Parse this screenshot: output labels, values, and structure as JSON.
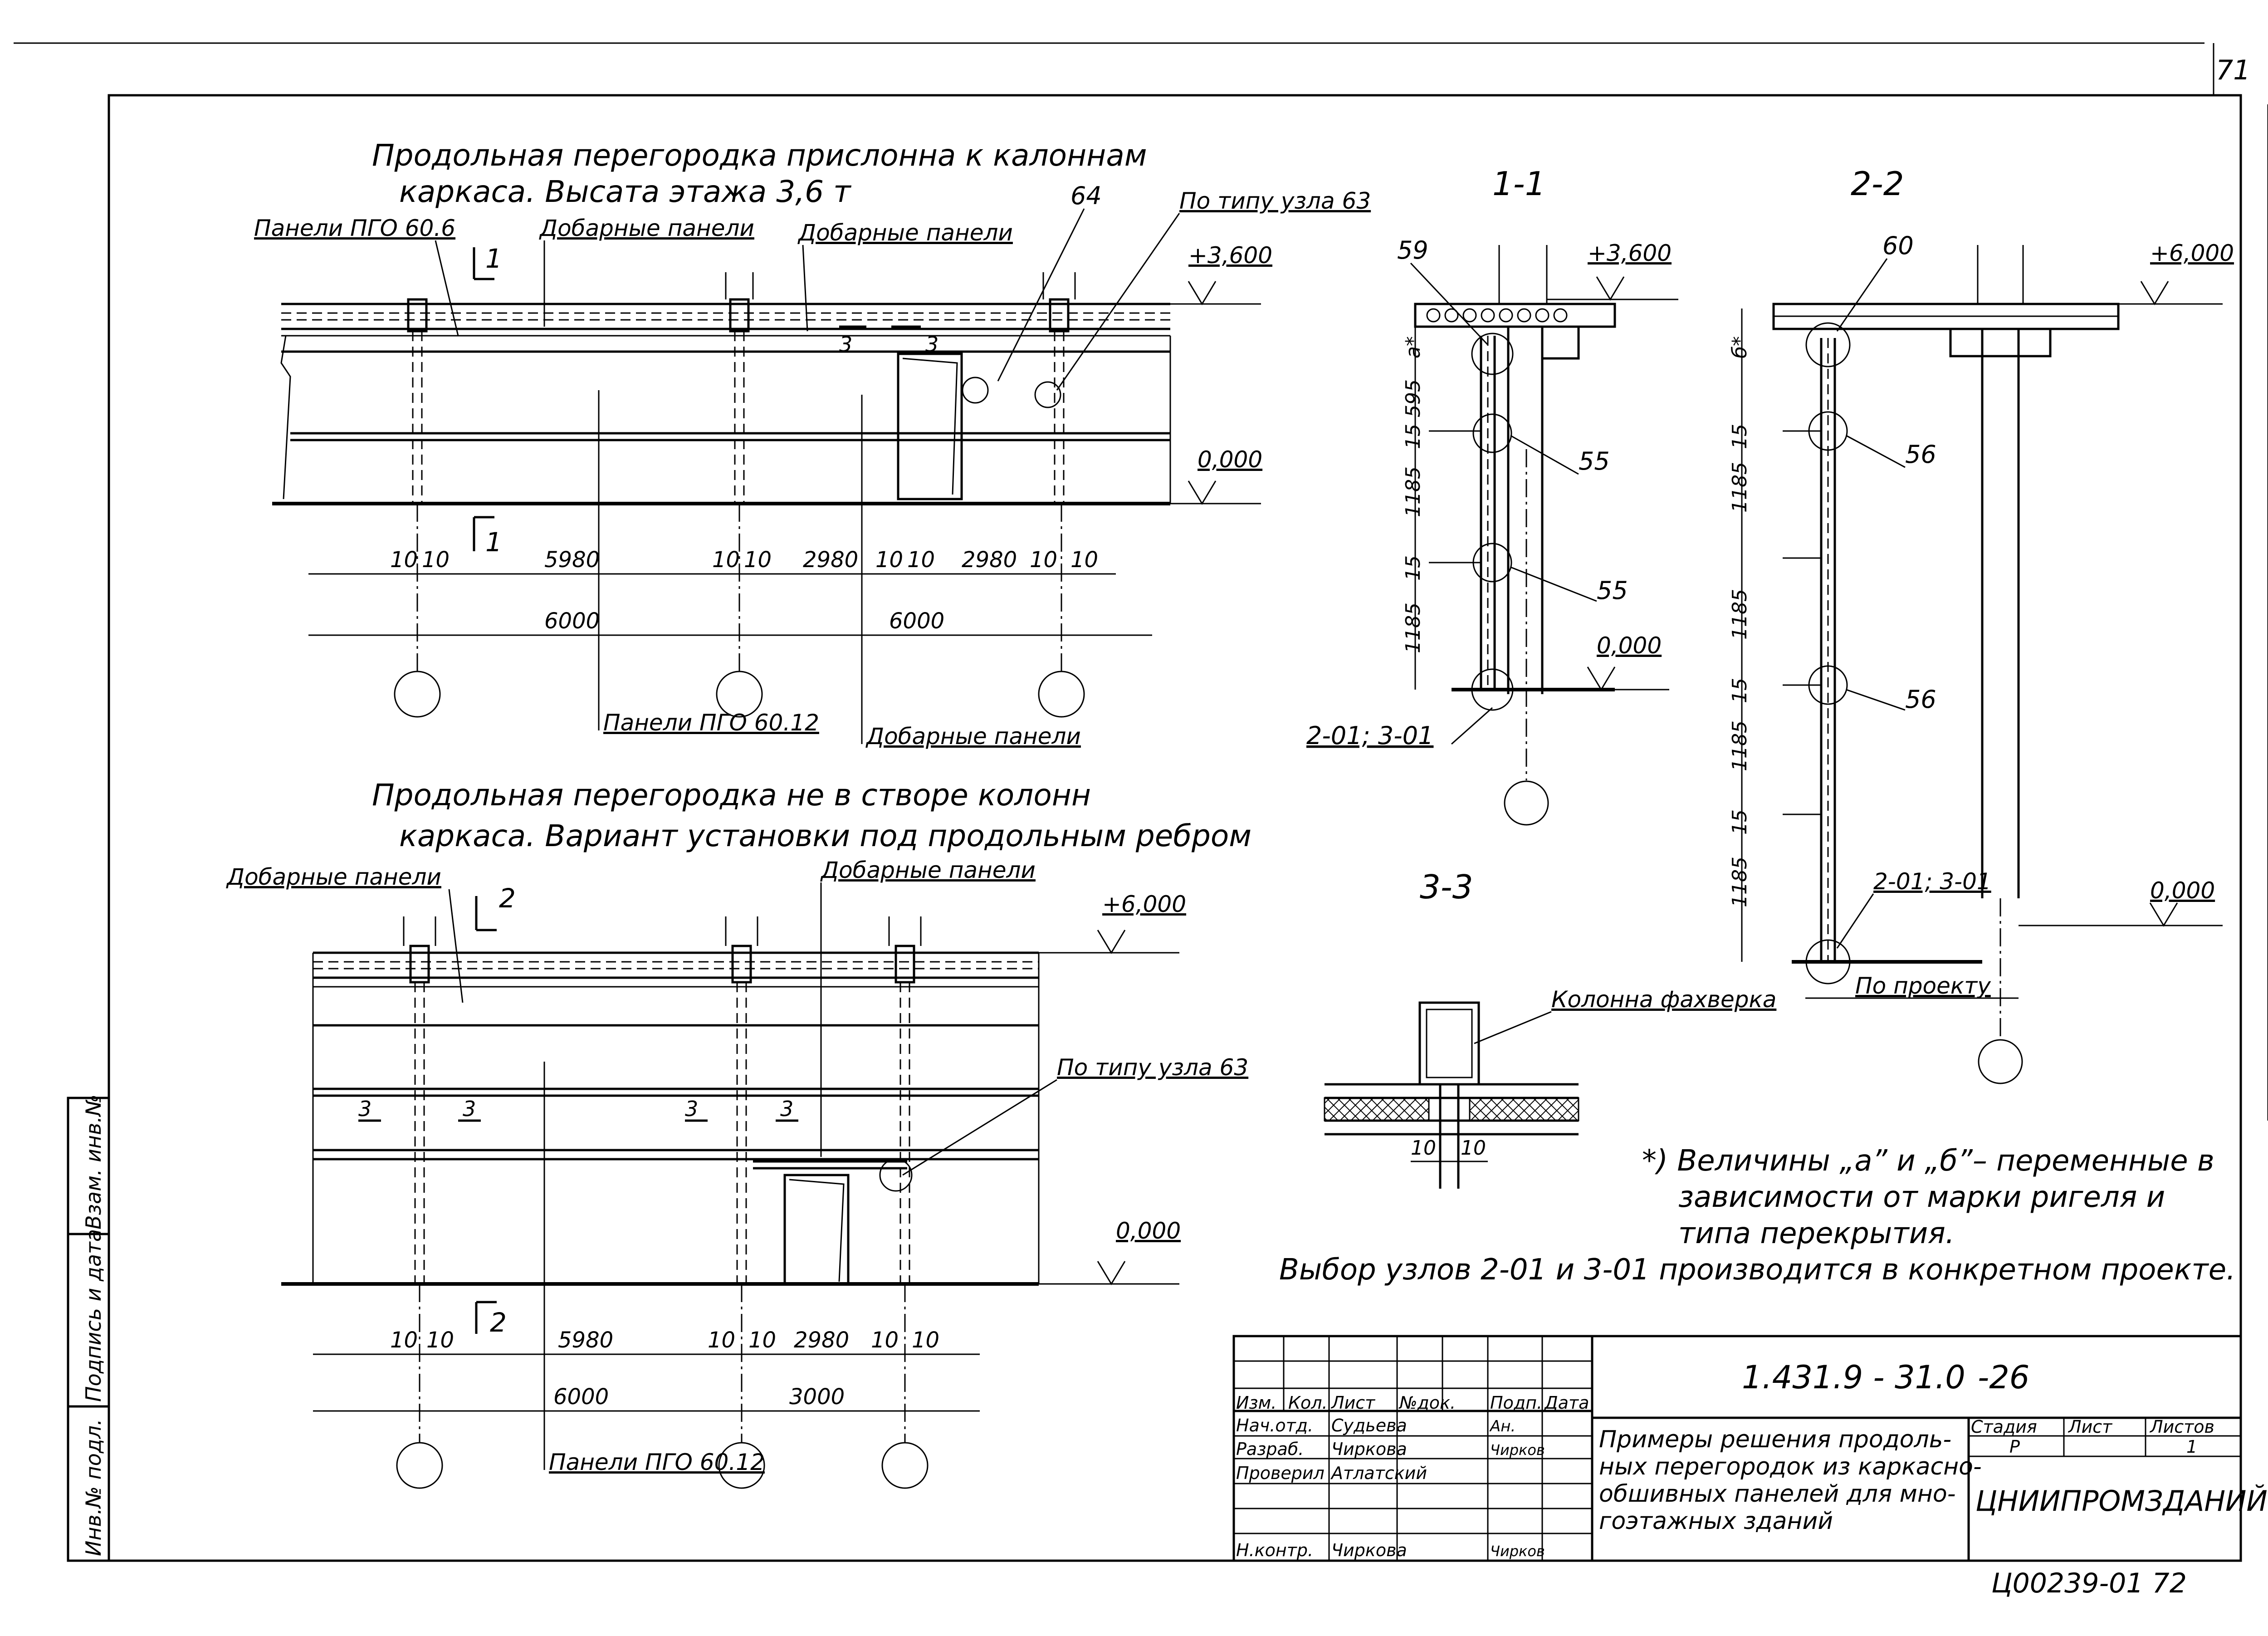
{
  "sheet": {
    "page_number": "71",
    "bottom_code": "Ц00239-01  72"
  },
  "elevation1": {
    "title_line1": "Продольная перегородка прислонна к калоннам",
    "title_line2": "каркаса. Высата этажа 3,6 т",
    "label_panels_top": "Панели ПГО 60.6",
    "label_add_panels_1": "Добарные панели",
    "label_add_panels_2": "Добарные панели",
    "label_node64": "64",
    "label_node63": "По типу узла 63",
    "label_panels_bottom": "Панели ПГО 60.12",
    "label_add_panels_bottom": "Добарные панели",
    "elev_top": "+3,600",
    "elev_zero": "0,000",
    "section_mark_top": "1",
    "section_mark_bottom": "1",
    "cut_mark_a": "3",
    "cut_mark_b": "3",
    "dims_row1": [
      "10",
      "10",
      "5980",
      "10",
      "10",
      "2980",
      "10",
      "10",
      "2980",
      "10",
      "10"
    ],
    "dims_row2": [
      "6000",
      "6000"
    ]
  },
  "elevation2": {
    "title_line1": "Продольная перегородка не в створе колонн",
    "title_line2": "каркаса. Вариант установки под продольным ребром",
    "label_add_panels_left": "Добарные панели",
    "label_add_panels_right": "Добарные панели",
    "label_node63": "По типу узла 63",
    "label_panels_bottom": "Панели ПГО 60.12",
    "elev_top": "+6,000",
    "elev_zero": "0,000",
    "section_mark_top": "2",
    "section_mark_bottom": "2",
    "cut_marks": [
      "3",
      "3",
      "3",
      "3"
    ],
    "dims_row1": [
      "10",
      "10",
      "5980",
      "10",
      "10",
      "2980",
      "10",
      "10"
    ],
    "dims_row2": [
      "6000",
      "3000"
    ]
  },
  "section11": {
    "title": "1-1",
    "node_top": "59",
    "elev_top": "+3,600",
    "elev_zero": "0,000",
    "node_mid1": "55",
    "node_mid2": "55",
    "node_bottom": "2-01; 3-01",
    "dims": [
      "a*",
      "595",
      "15",
      "1185",
      "15",
      "1185"
    ]
  },
  "section22": {
    "title": "2-2",
    "node_top": "60",
    "elev_top": "+6,000",
    "elev_zero": "0,000",
    "node_mid1": "56",
    "node_mid2": "56",
    "node_bottom": "2-01; 3-01",
    "label_project": "По проекту",
    "dims": [
      "б*",
      "15",
      "1185",
      "1185",
      "15",
      "1185",
      "15",
      "1185"
    ]
  },
  "section33": {
    "title": "3-3",
    "label_column": "Колонна фахверка",
    "dims": [
      "10",
      "10"
    ]
  },
  "notes": {
    "note1_line1": "*) Величины „a” и „б”– переменные в",
    "note1_line2": "зависимости от марки ригеля и",
    "note1_line3": "типа перекрытия.",
    "note2": "Выбор узлов 2-01 и 3-01 производится в конкретном проекте."
  },
  "stamp": {
    "doc_code": "1.431.9 - 31.0",
    "sheet_code": "-26",
    "header_cells": [
      "Изм.",
      "Кол.",
      "Лист",
      "№док.",
      "Подп.",
      "Дата"
    ],
    "rows": [
      {
        "role": "Нач.отд.",
        "name": "Судьева",
        "sign": "Ан."
      },
      {
        "role": "Разраб.",
        "name": "Чиркова",
        "sign": "Чирков"
      },
      {
        "role": "Проверил",
        "name": "Атлатский",
        "sign": ""
      },
      {
        "role": "",
        "name": "",
        "sign": ""
      },
      {
        "role": "Н.контр.",
        "name": "Чиркова",
        "sign": "Чирков"
      }
    ],
    "title_line1": "Примеры решения продоль-",
    "title_line2": "ных перегородок из каркасно-",
    "title_line3": "обшивных панелей для мно-",
    "title_line4": "гоэтажных зданий",
    "stage_label": "Стадия",
    "sheet_label": "Лист",
    "sheets_label": "Листов",
    "stage_value": "Р",
    "sheet_value": "",
    "sheets_value": "1",
    "org": "ЦНИИПРОМЗДАНИЙ"
  },
  "side_stamp": {
    "cells": [
      "Инв.№ подл.",
      "Подпись и дата",
      "Взам. инв.№"
    ]
  }
}
